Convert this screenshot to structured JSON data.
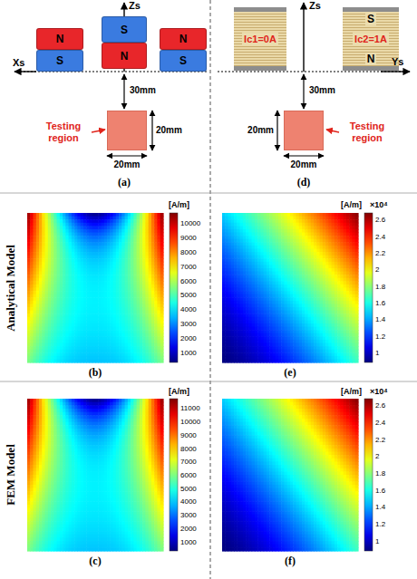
{
  "diagram": {
    "nodes": [
      {
        "text": [
          "N"
        ]
      },
      {
        "text": [
          "S"
        ]
      },
      {
        "text": [
          "S"
        ]
      },
      {
        "text": [
          "N"
        ]
      },
      {
        "text": [
          "N"
        ]
      },
      {
        "text": [
          "S"
        ]
      },
      {
        "text": [
          "Testing region"
        ]
      },
      {
        "text": [
          "Ic1=0A"
        ]
      },
      {
        "text": [
          "S",
          "Ic2=1A",
          "N"
        ]
      },
      {
        "text": [
          "Testing region"
        ]
      }
    ],
    "labels": [
      "Zs",
      "Xs",
      "30mm",
      "20mm",
      "20mm",
      "(a)",
      "Zs",
      "Ys",
      "30mm",
      "20mm",
      "20mm",
      "(d)",
      "Analytical Model",
      "FEM Model",
      "[A/m]",
      "10000",
      "9000",
      "8000",
      "7000",
      "6000",
      "5000",
      "4000",
      "3000",
      "2000",
      "1000",
      "(b)",
      "[A/m]",
      "11000",
      "10000",
      "9000",
      "8000",
      "7000",
      "6000",
      "5000",
      "4000",
      "3000",
      "2000",
      "1000",
      "(c)",
      "[A/m]",
      "×10⁴",
      "2.6",
      "2.4",
      "2.2",
      "2",
      "1.8",
      "1.6",
      "1.4",
      "1.2",
      "1",
      "(e)",
      "[A/m]",
      "×10⁴",
      "2.6",
      "2.4",
      "2.2",
      "2",
      "1.8",
      "1.6",
      "1.4",
      "1.2",
      "1",
      "(f)"
    ]
  }
}
